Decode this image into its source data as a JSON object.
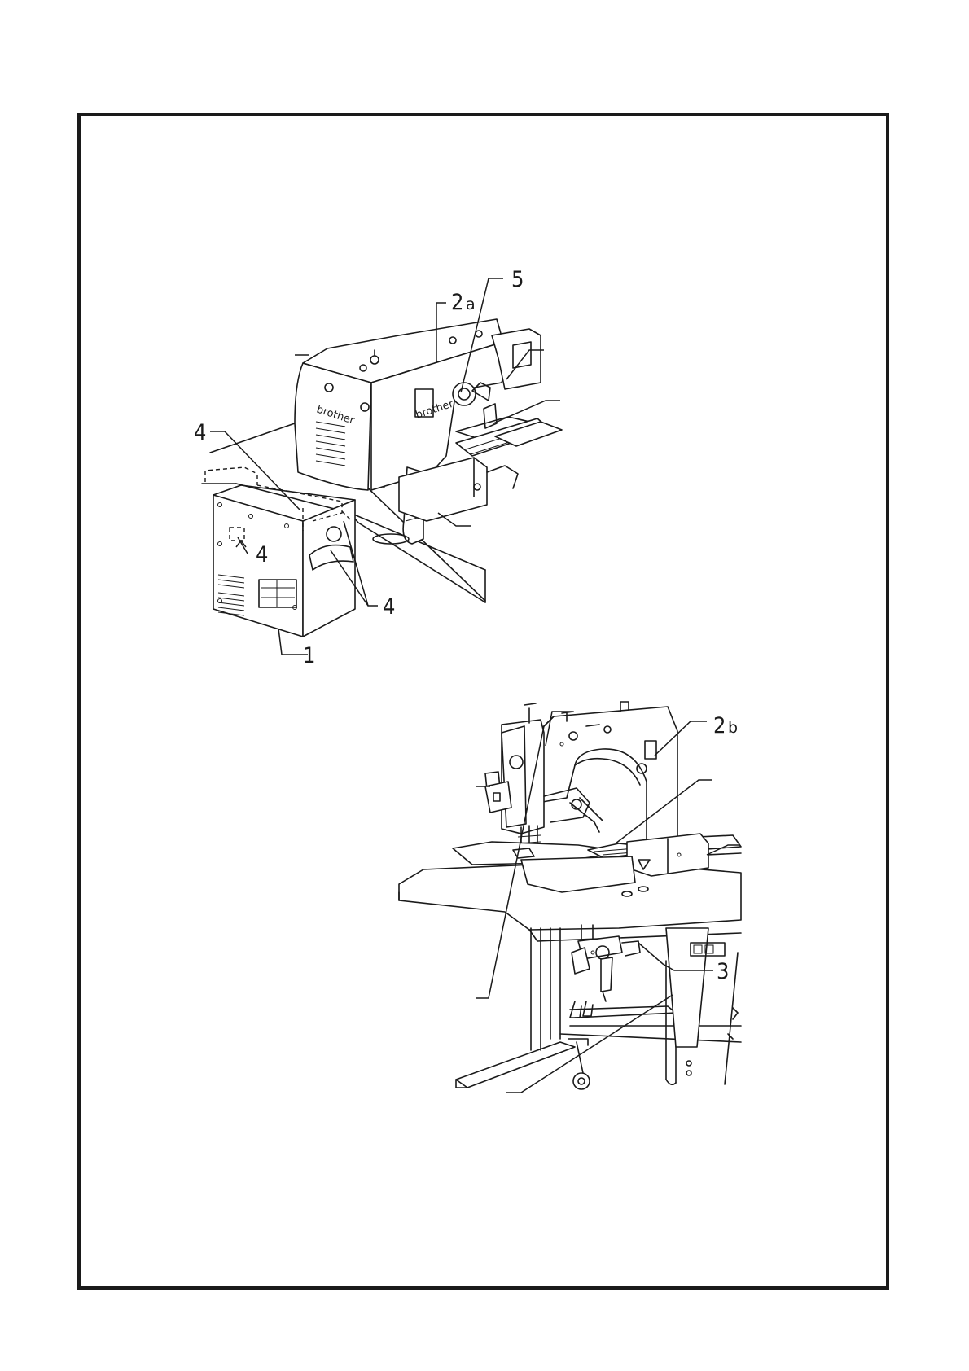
{
  "figure_top": {
    "callouts": {
      "c5": "5",
      "c2a_num": "2",
      "c2a_sub": "a",
      "c4_left": "4",
      "c4_mid": "4",
      "c4_low": "4",
      "c1": "1"
    },
    "machine_logo": "brother"
  },
  "figure_bottom": {
    "callouts": {
      "c2b_num": "2",
      "c2b_sub": "b",
      "c3": "3"
    }
  }
}
